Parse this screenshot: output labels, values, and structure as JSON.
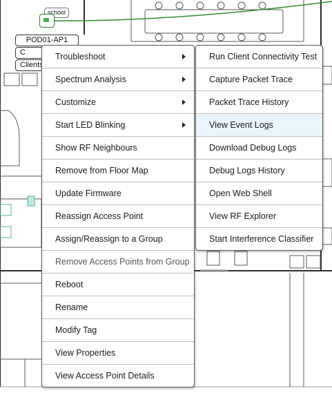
{
  "floor_map": {
    "ap_name": "POD01-AP1",
    "ap_partial_1": "C",
    "ap_partial_2": "Clients",
    "room_label": "school"
  },
  "context_menu": {
    "items": [
      {
        "label": "Troubleshoot",
        "has_submenu": true
      },
      {
        "label": "Spectrum Analysis",
        "has_submenu": true
      },
      {
        "label": "Customize",
        "has_submenu": true
      },
      {
        "label": "Start LED Blinking",
        "has_submenu": true
      },
      {
        "label": "Show RF Neighbours"
      },
      {
        "label": "Remove from Floor Map"
      },
      {
        "label": "Update Firmware"
      },
      {
        "label": "Reassign Access Point"
      },
      {
        "label": "Assign/Reassign to a Group"
      },
      {
        "label": "Remove Access Points from Group",
        "disabled": true
      },
      {
        "label": "Reboot"
      },
      {
        "label": "Rename"
      },
      {
        "label": "Modify Tag"
      },
      {
        "label": "View Properties"
      },
      {
        "label": "View Access Point Details"
      }
    ]
  },
  "submenu": {
    "items": [
      {
        "label": "Run Client Connectivity Test"
      },
      {
        "label": "Capture Packet Trace"
      },
      {
        "label": "Packet Trace History"
      },
      {
        "label": "View Event Logs",
        "highlighted": true
      },
      {
        "label": "Download Debug Logs"
      },
      {
        "label": "Debug Logs History"
      },
      {
        "label": "Open Web Shell"
      },
      {
        "label": "View RF Explorer"
      },
      {
        "label": "Start Interference Classifier"
      }
    ]
  },
  "colors": {
    "link_line": "#2e8b2e",
    "wall": "#2b2b2b",
    "menu_border": "#555555",
    "highlight": "#eaf4fb"
  }
}
